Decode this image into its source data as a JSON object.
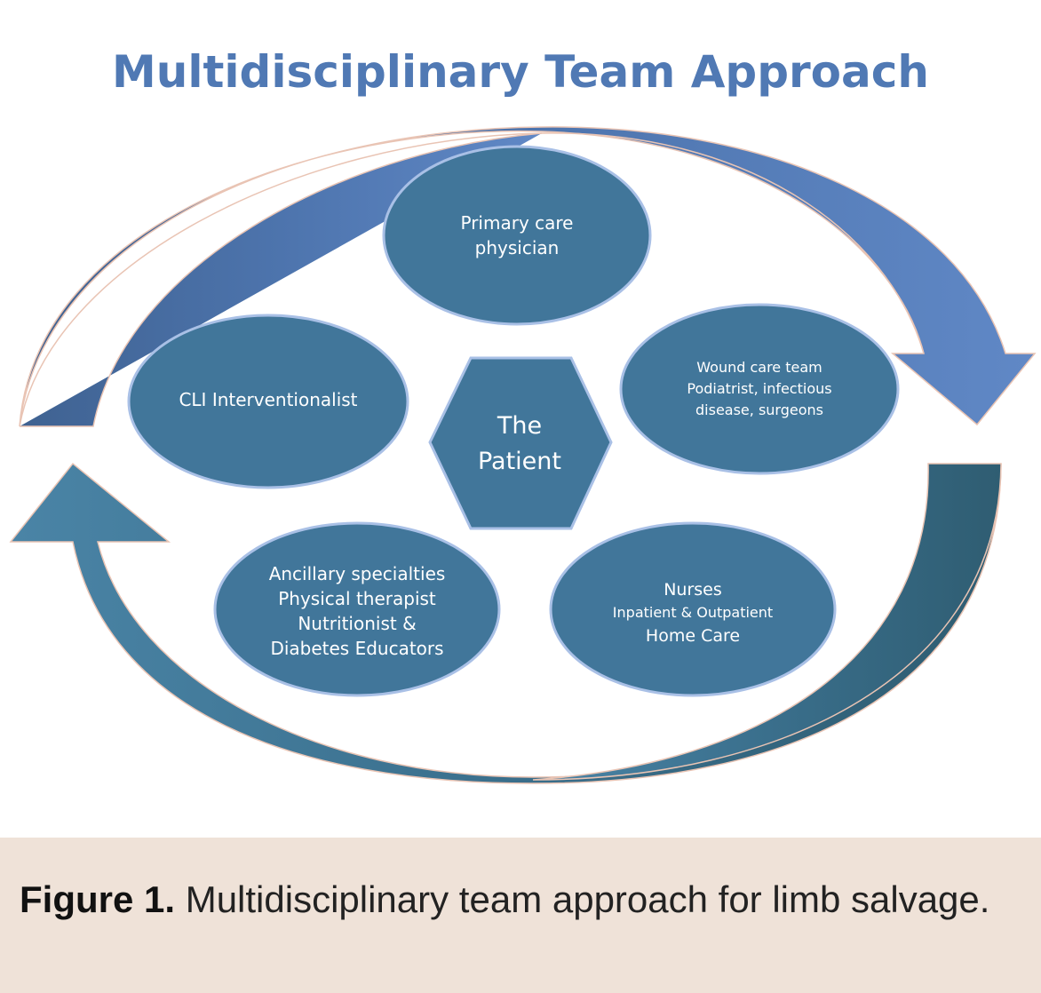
{
  "title": "Multidisciplinary Team Approach",
  "center": {
    "lines": [
      "The",
      "Patient"
    ]
  },
  "nodes": {
    "primary_care": {
      "lines": [
        "Primary care",
        "physician"
      ]
    },
    "cli": {
      "lines": [
        "CLI Interventionalist"
      ]
    },
    "wound_care": {
      "lines": [
        "Wound  care team",
        "Podiatrist, infectious",
        "disease, surgeons"
      ]
    },
    "ancillary": {
      "lines": [
        "Ancillary specialties",
        "Physical therapist",
        "Nutritionist &",
        "Diabetes Educators"
      ]
    },
    "nurses": {
      "lines": [
        "Nurses",
        "Inpatient & Outpatient",
        "Home Care"
      ]
    }
  },
  "colors": {
    "title": "#5079b4",
    "node_fill": "#41769a",
    "node_stroke": "#a9c0e6",
    "arrow_light": "#5b80bd",
    "arrow_dark": "#305e75",
    "caption_band": "#efe2d8"
  },
  "caption": {
    "label": "Figure 1.",
    "text": " Multidisciplinary team approach for limb salvage."
  }
}
